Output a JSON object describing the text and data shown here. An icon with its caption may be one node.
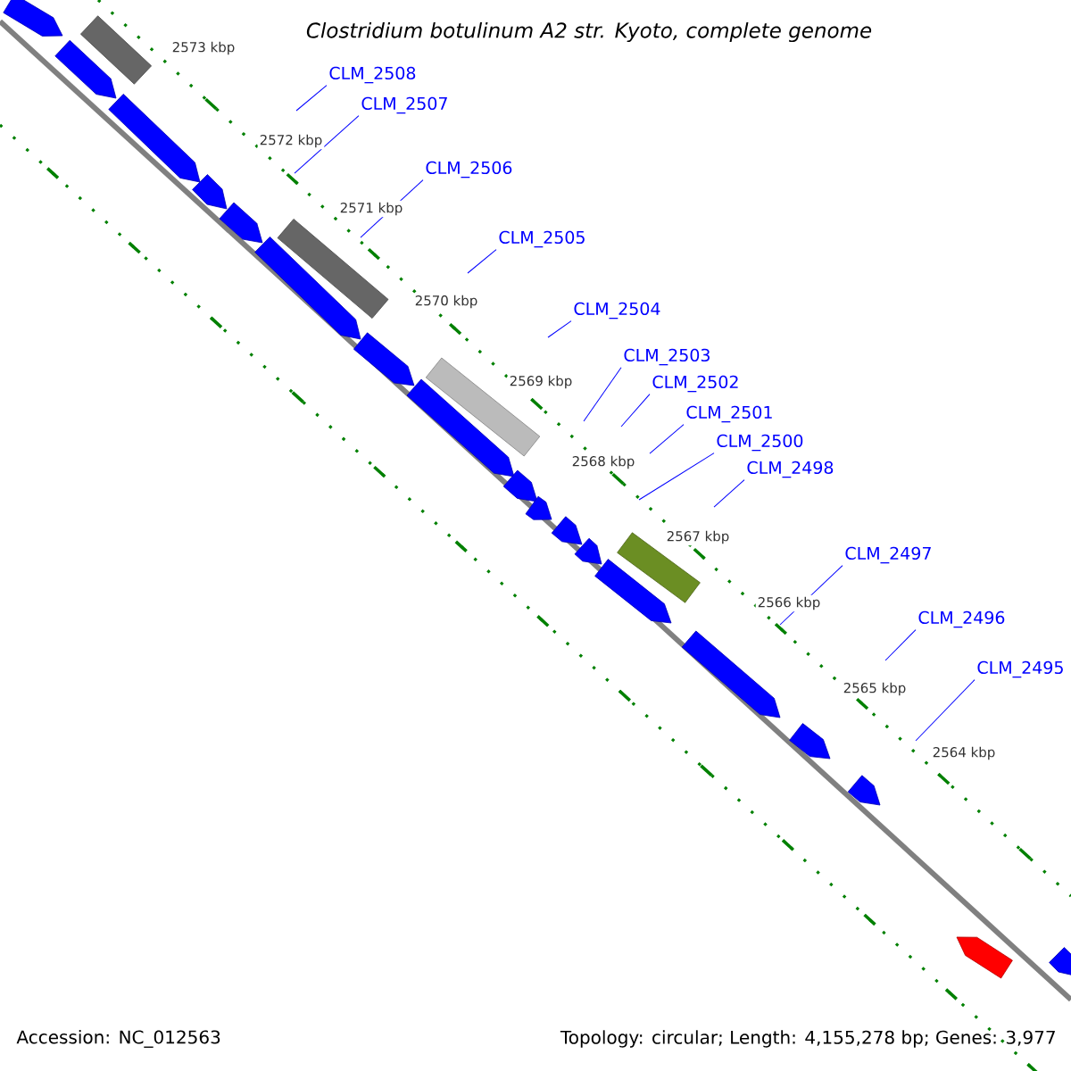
{
  "diagram": {
    "title": "Clostridium botulinum A2 str. Kyoto, complete genome",
    "nodes": [
      {
        "text": [
          "CLM_2508"
        ]
      },
      {
        "text": [
          "CLM_2507"
        ]
      },
      {
        "text": [
          "CLM_2506"
        ]
      },
      {
        "text": [
          "CLM_2505"
        ]
      },
      {
        "text": [
          "CLM_2504"
        ]
      },
      {
        "text": [
          "CLM_2503"
        ]
      },
      {
        "text": [
          "CLM_2502"
        ]
      },
      {
        "text": [
          "CLM_2501"
        ]
      },
      {
        "text": [
          "CLM_2500"
        ]
      },
      {
        "text": [
          "CLM_2498"
        ]
      },
      {
        "text": [
          "CLM_2497"
        ]
      },
      {
        "text": [
          "CLM_2496"
        ]
      },
      {
        "text": [
          "CLM_2495"
        ]
      }
    ],
    "edges": [
      {
        "from": 0,
        "to": null,
        "arrow": "none"
      },
      {
        "from": 1,
        "to": null,
        "arrow": "none"
      },
      {
        "from": 2,
        "to": null,
        "arrow": "none"
      },
      {
        "from": 3,
        "to": null,
        "arrow": "none"
      },
      {
        "from": 4,
        "to": null,
        "arrow": "none"
      },
      {
        "from": 5,
        "to": null,
        "arrow": "none"
      },
      {
        "from": 6,
        "to": null,
        "arrow": "none"
      },
      {
        "from": 7,
        "to": null,
        "arrow": "none"
      },
      {
        "from": 8,
        "to": null,
        "arrow": "none"
      },
      {
        "from": 9,
        "to": null,
        "arrow": "none"
      },
      {
        "from": 10,
        "to": null,
        "arrow": "none"
      },
      {
        "from": 11,
        "to": null,
        "arrow": "none"
      },
      {
        "from": 12,
        "to": null,
        "arrow": "none"
      }
    ],
    "labels": [
      "2573 kbp",
      "2572 kbp",
      "2571 kbp",
      "2570 kbp",
      "2569 kbp",
      "2568 kbp",
      "2567 kbp",
      "2566 kbp",
      "2565 kbp",
      "2564 kbp",
      "Accession: NC_012563",
      "Topology: circular; Length: 4,155,278 bp; Genes: 3,977"
    ]
  }
}
